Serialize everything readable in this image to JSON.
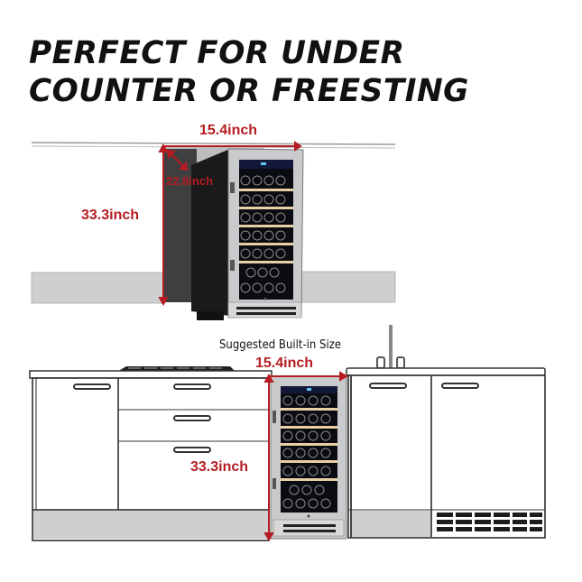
{
  "headline": {
    "line1": "PERFECT FOR UNDER",
    "line2": "COUNTER OR FREESTING"
  },
  "freestanding_view": {
    "width_label": "15.4inch",
    "depth_label": "22.8inch",
    "height_label": "33.3inch"
  },
  "built_in_view": {
    "caption": "Suggested Built-in Size",
    "width_label": "15.4inch",
    "height_label": "33.3inch"
  },
  "colors": {
    "dimension_red": "#b51d22",
    "cabinet_line": "#333333",
    "toe_kick_gray": "#cfcfcf",
    "stainless": "#c9cacc",
    "shelf_wood": "#e8cfa5"
  },
  "icons": [
    "dimension-arrow-icon",
    "wine-fridge-illustration",
    "kitchen-cabinet-illustration",
    "faucet-icon",
    "cooktop-icon"
  ]
}
